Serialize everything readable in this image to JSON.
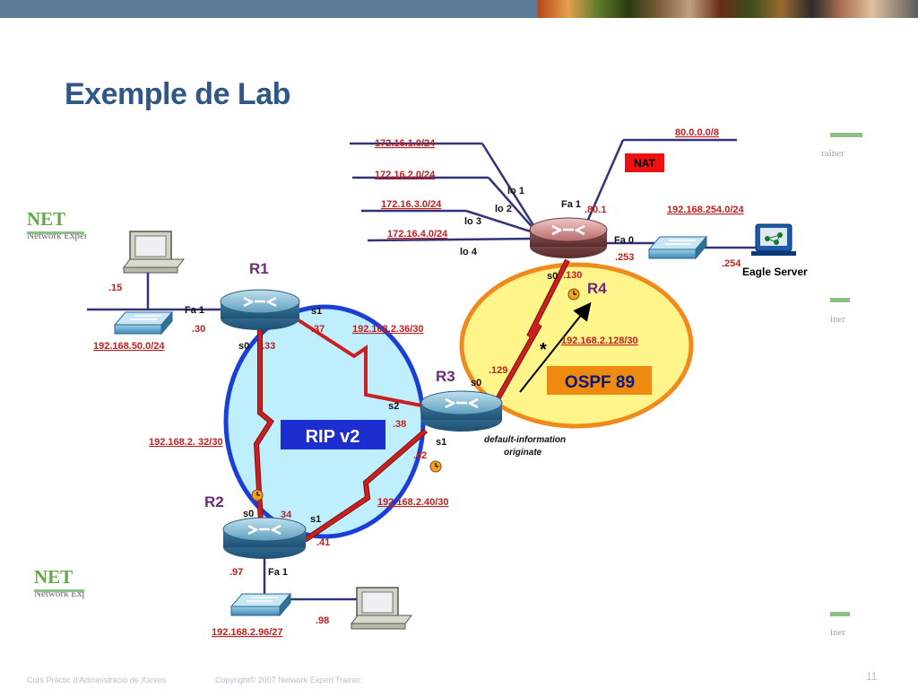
{
  "slide": {
    "title": "Exemple de Lab",
    "footer_course": "Curs Pràctic d'Administració de Xarxes",
    "footer_copyright": "Copyright© 2007 Network Expert Trainer.",
    "page_number": "11"
  },
  "watermark": {
    "logo_text": "NET",
    "tagline": "Network Expert Trainer",
    "right_texts": [
      "rainer",
      "iner",
      "iner"
    ]
  },
  "routers": {
    "r1": "R1",
    "r2": "R2",
    "r3": "R3",
    "r4": "R4"
  },
  "regions": {
    "rip_label": "RIP v2",
    "ospf_label": "OSPF 89",
    "nat_label": "NAT"
  },
  "networks": {
    "loop1": "172.16.1.0/24",
    "loop2": "172.16.2.0/24",
    "loop3": "172.16.3.0/24",
    "loop4": "172.16.4.0/24",
    "internet": "80.0.0.0/8",
    "server_lan": "192.168.254.0/24",
    "r1_lan": "192.168.50.0/24",
    "r1_r3": "192.168.2.36/30",
    "r1_r2": "192.168.2. 32/30",
    "r2_r3": "192.168.2.40/30",
    "r3_r4": "192.168.2.128/30",
    "r2_lan": "192.168.2.96/27"
  },
  "interfaces": {
    "lo1": "lo 1",
    "lo2": "lo 2",
    "lo3": "lo 3",
    "lo4": "lo 4",
    "r4_fa1": "Fa 1",
    "r4_fa0": "Fa 0",
    "r4_s0": "s0",
    "r1_fa1": "Fa 1",
    "r1_s1": "s1",
    "r1_s0": "s0",
    "r3_s0": "s0",
    "r3_s2": "s2",
    "r3_s1": "s1",
    "r2_s0": "s0",
    "r2_s1": "s1",
    "r2_fa1": "Fa 1"
  },
  "addresses": {
    "r4_fa1": ".80.1",
    "r4_fa0": ".253",
    "server": ".254",
    "r4_s0": ".130",
    "r3_s0": ".129",
    "r1_pc": ".15",
    "r1_fa1": ".30",
    "r1_s1": ".37",
    "r1_s0": ".33",
    "r3_s2": ".38",
    "r3_s1": ".42",
    "r2_s0": "34",
    "r2_s1": ".41",
    "r2_fa1": ".97",
    "r2_pc": ".98"
  },
  "labels": {
    "eagle_server": "Eagle Server",
    "default_info_1": "default-information",
    "default_info_2": "originate",
    "asterisk": "*"
  },
  "colors": {
    "title": "#2f5788",
    "link_red": "#cc2020",
    "network_label": "#c02020",
    "router_name": "#6b2a7a",
    "rip_fill": "#bfefff",
    "rip_border": "#1a3fd6",
    "ospf_fill": "#fff58a",
    "ospf_border": "#f08a1c",
    "network_line": "#33337a"
  }
}
